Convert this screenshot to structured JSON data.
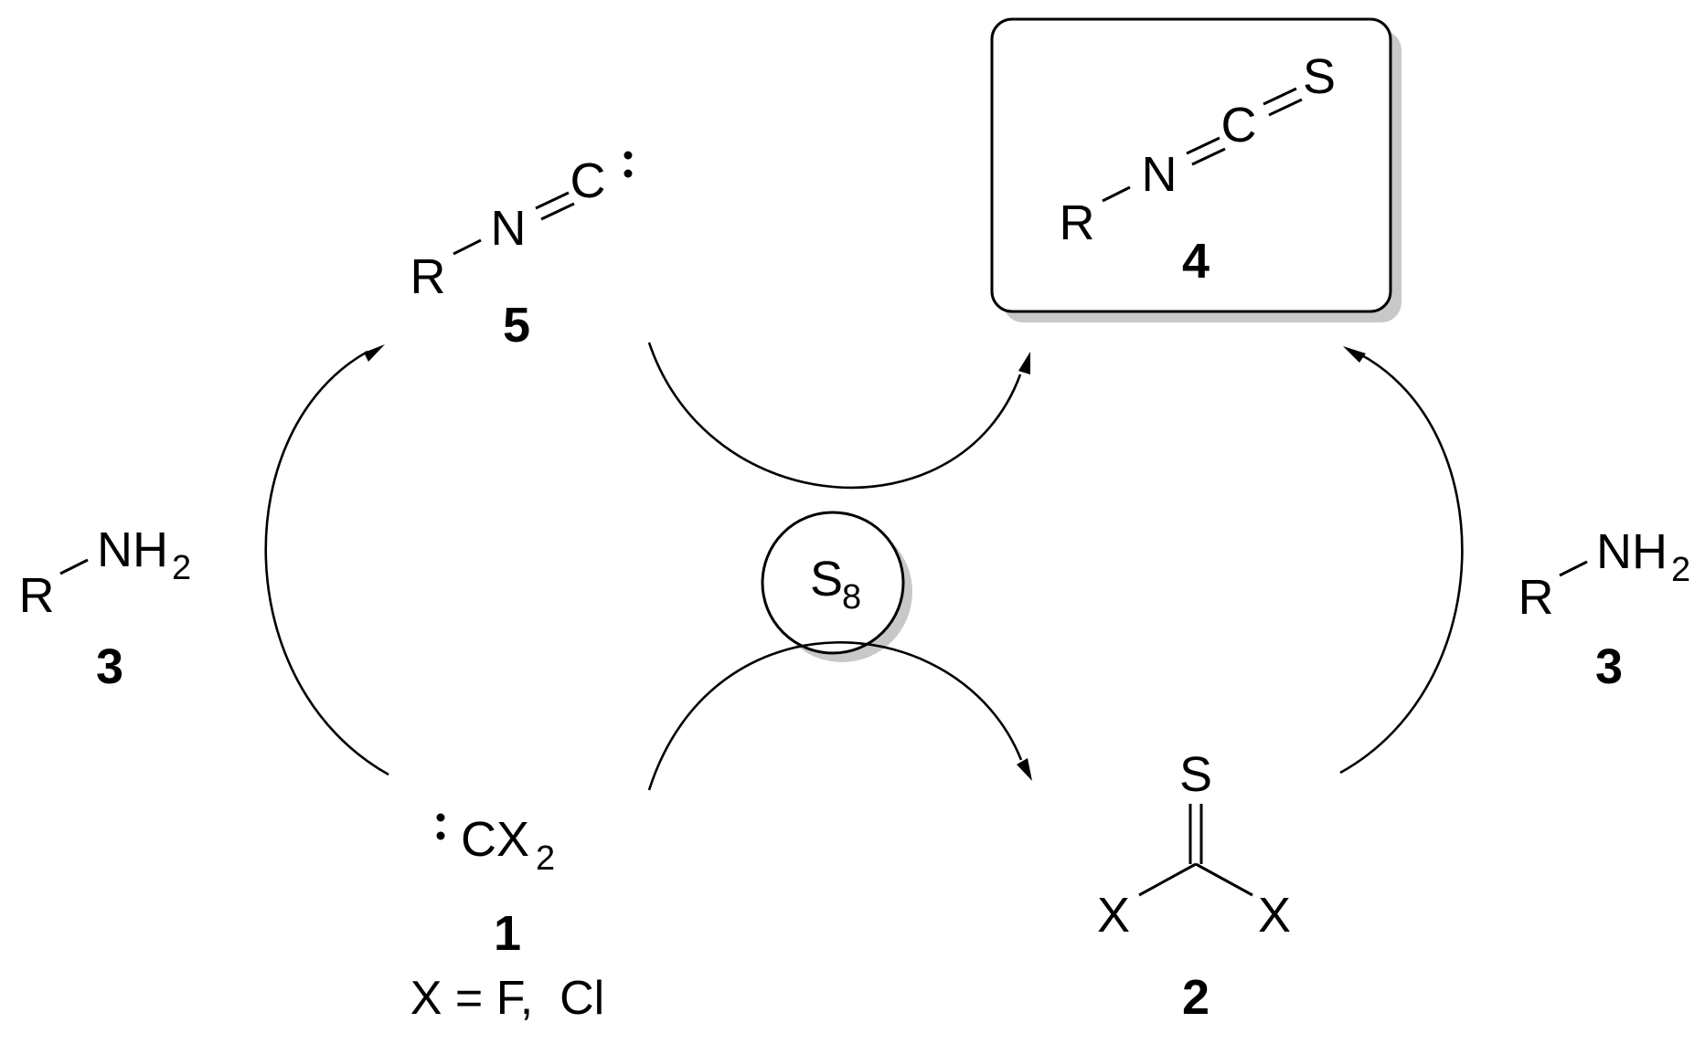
{
  "colors": {
    "ink": "#000000",
    "sulfur": "#d4620f",
    "shadow": "#c8c8c8",
    "box_fill": "#ffffff"
  },
  "sulfur_center": {
    "symbol": "S",
    "subscript": "8"
  },
  "compound_1": {
    "reagent_main": "CX",
    "reagent_sub": "2",
    "number": "1",
    "condition": "X = F,  Cl"
  },
  "compound_2": {
    "sulfur": "S",
    "x_left": "X",
    "x_right": "X",
    "number": "2"
  },
  "compound_3_left": {
    "r": "R",
    "nh": "NH",
    "nh_sub": "2",
    "number": "3"
  },
  "compound_3_right": {
    "r": "R",
    "nh": "NH",
    "nh_sub": "2",
    "number": "3"
  },
  "compound_4": {
    "r": "R",
    "n": "N",
    "c": "C",
    "s": "S",
    "number": "4"
  },
  "compound_5": {
    "r": "R",
    "n": "N",
    "c": "C",
    "number": "5"
  }
}
